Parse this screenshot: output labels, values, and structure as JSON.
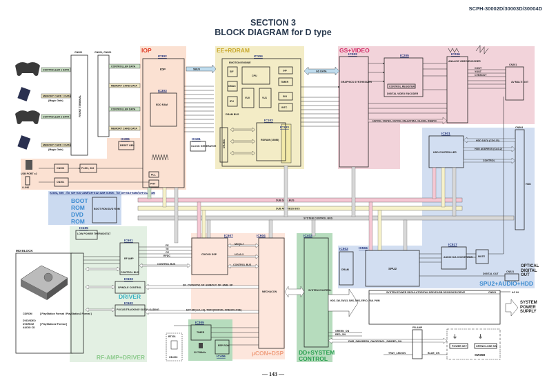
{
  "header": {
    "model": "SCPH-30002D/30003D/30004D",
    "section": "SECTION 3",
    "title": "BLOCK DIAGRAM for D type",
    "page": "— 143 —"
  },
  "regions": {
    "iop": {
      "label": "IOP",
      "color": "#fbe1d2",
      "label_color": "#e0402a"
    },
    "ee": {
      "label": "EE+RDRAM",
      "color": "#f3ecc6",
      "label_color": "#d4b53a"
    },
    "gs": {
      "label": "GS+VIDEO",
      "color": "#f2d3da",
      "label_color": "#d4306a"
    },
    "spu": {
      "label": "SPU2+AUDIO+HDD",
      "color": "#d2def1",
      "label_color": "#3a8ad0"
    },
    "boot": {
      "label_lines": [
        "BOOT",
        "ROM",
        "DVD",
        "ROM"
      ],
      "color": "#cbdaf0",
      "label_color": "#3a8ad0"
    },
    "rf": {
      "label": "RF-AMP+DRIVER",
      "color": "#e3f0e3",
      "label_color": "#8ecb8e"
    },
    "driver": {
      "label": "DRIVER",
      "label_color": "#35b0c0"
    },
    "ucon": {
      "label": "µCON+DSP",
      "color": "#fde6dc",
      "label_color": "#f0a080"
    },
    "dd": {
      "label_lines": [
        "DD+SYSTEM",
        "CONTROL"
      ],
      "color": "#b6dcbd",
      "label_color": "#2aa050"
    }
  },
  "blocks": {
    "cn002": "CN002",
    "cn001": "CN001, CN002",
    "front_terminal": "FRONT TERMINAL",
    "iop_ic": "IC302",
    "iop": "IOP",
    "edo_ic": "IC303",
    "edo": "EDO RAM",
    "reset_ic": "IC306",
    "reset": "RESET GEN",
    "clock_ic": "IC101",
    "clock": "CLOCK GENERATOR",
    "cn003": "CN003",
    "cn301": "CN301",
    "fl": "FL301, 302",
    "usb": "USB PORT x2",
    "ilink": "i.LINK",
    "pll": "PLL",
    "phy": "PHY",
    "ee_ic": "IC104",
    "ee": "EMOTION ENGINE",
    "sif": "SIF",
    "cpu": "CPU",
    "gif": "GIF",
    "dmac": "DMAC",
    "timer": "TIMER",
    "ipu": "IPU",
    "vu0": "VU0",
    "vu1": "VU1",
    "sio": "SIO",
    "intc": "INTC",
    "dram_bus": "DRAM BUS",
    "dramc": "DRAMC",
    "rdram_ic": "IC102",
    "rdram_ic2": "IC103",
    "rdram": "RDRAM (16MB)",
    "gs_ic": "IC202",
    "gs": "GRAPHICS SYNTHESIZER",
    "dve_ic": "IC205",
    "dve": "DIGITAL VIDEO ENCODER",
    "mode_reg": "CONTROL REGISTER",
    "avenc_ic": "IC206",
    "avenc": "ANALOG VIDEO ENCODER",
    "cn201": "CN201",
    "avout": "AV MULTI OUT",
    "hdd_ic": "IC501",
    "hdd": "HDD CONTROLLER",
    "cn504": "CN504",
    "hdd_conn": "HDD",
    "boot_ic": "IC503, 506 : for GH-010-32M/GH-012-32M  IC505 : for GH-010-64M/GH-012-64M",
    "bootrom": "BOOT ROM DVD ROM",
    "spu_ic": "IC504",
    "spu": "SPU2",
    "dram_ic": "IC502",
    "dram": "DRAM",
    "dac_ic": "IC517",
    "dac": "AUDIO D/A CONVERTER",
    "mute": "MUTE",
    "cn521": "CN521",
    "optical": "OPTICAL DIGITAL OUT",
    "md_block": "MD BLOCK",
    "md_formats": [
      "CDROM",
      "DVDVIDEO",
      "DVDROM",
      "AUDIO CD"
    ],
    "md_format_notes": [
      "[ PlayStation Format / PlayStation2 Format ]",
      "[ PlayStation2 Format ]"
    ],
    "thermo_ic": "IC105",
    "thermo": "LOW POWER THERMOSTAT",
    "rfamp_ic": "IC601",
    "rfamp": "RF AMP",
    "spindle_ic": "IC603",
    "spindle": "SPINDLE CONTROL",
    "focus_ic": "IC602",
    "focus": "FOCUS/TRACKING/ SLED/LOADING",
    "dsp_ic": "IC607",
    "dsp": "CD/DVD DSP",
    "mech_ic": "IC604",
    "mech": "MECHACON",
    "sys_ic": "IC402",
    "sys": "SYSTEM CONTROL",
    "timer_ic": "IC305",
    "timer2": "TIMER",
    "eep_ic": "IC406",
    "eep": "EEP ROM",
    "bt": "BT301",
    "battery": "CB-003",
    "power": "SYSTEM POWER REGULATOR/FAN DRIVE/USB DRIVE/HDD DRIVE",
    "cn501": "CN501",
    "acin": "AC IN",
    "sys_power": "SYSTEM POWER SUPPLY",
    "sw358": "SW358",
    "power_key": "POWER KEY",
    "open_close": "OPEN/CLOSE SW",
    "fr_amp": "FR-AMP"
  },
  "signals": {
    "ctrl1": "CONTROLLER 1 DATA",
    "mc1": "MEMORY CARD 1 DATA",
    "ctrl2": "CONTROLLER 2 DATA",
    "mc2": "MEMORY CARD 2 DATA",
    "magic_gate": "(Magic Gate)",
    "ctrl_data": "CONTROLLER DATA",
    "mc_data": "MEMORY CARD DATA",
    "sbus": "SBUS",
    "gs_data": "GS DATA",
    "data_bus": "SUB DATA BUS",
    "addr_bus": "SUB ADDRESS BUS",
    "ctl_bus": "SYSTEM CONTROL BUS",
    "hsync": "HSYNC, VSYNC, CSYNC, FALE/VTAC, CLOCK, RGBYC",
    "hdd_data": "HDD DATA (CD0-15)",
    "hdd_addr": "HDD ADDRESS (CA0-2)",
    "control": "CONTROL",
    "control_bus": "CONTROL BUS",
    "fe": "FE",
    "te": "TE",
    "ce": "CE",
    "rfdc": "RFDC",
    "mdqi": "MDQ0-7",
    "uca": "UCA0-3",
    "spindle_sig": "SP_CW/SNCW, SP_EMB/DLY, SP_EMB_SP",
    "trk_sig": "EXT.SP(coil, cd), TRAY(CD/DVD, OPEN/CLOSE)",
    "cout": "COUT",
    "yout": "YOUT",
    "cvbs": "CVBSOUT",
    "digital_out": "DIGITAL OUT",
    "green_on": "GREEN_ON",
    "red_on": "RED_ON",
    "pwr_on": "PWR_SW/GREEN_ON/OPENCL_SW/RED_ON",
    "tray_led": "TRAY_LED/ON",
    "blue_on": "BLUE_ON",
    "sys_out": "HDD_SW, SW1/3, SWS, SWS, ERVO, FAN_PWM",
    "clk": "32.768kHz"
  },
  "icons": [
    "controller-image",
    "memory-card-image",
    "drive-mechanism-image",
    "crystal-icon",
    "switch-icon",
    "waveform-icon"
  ]
}
